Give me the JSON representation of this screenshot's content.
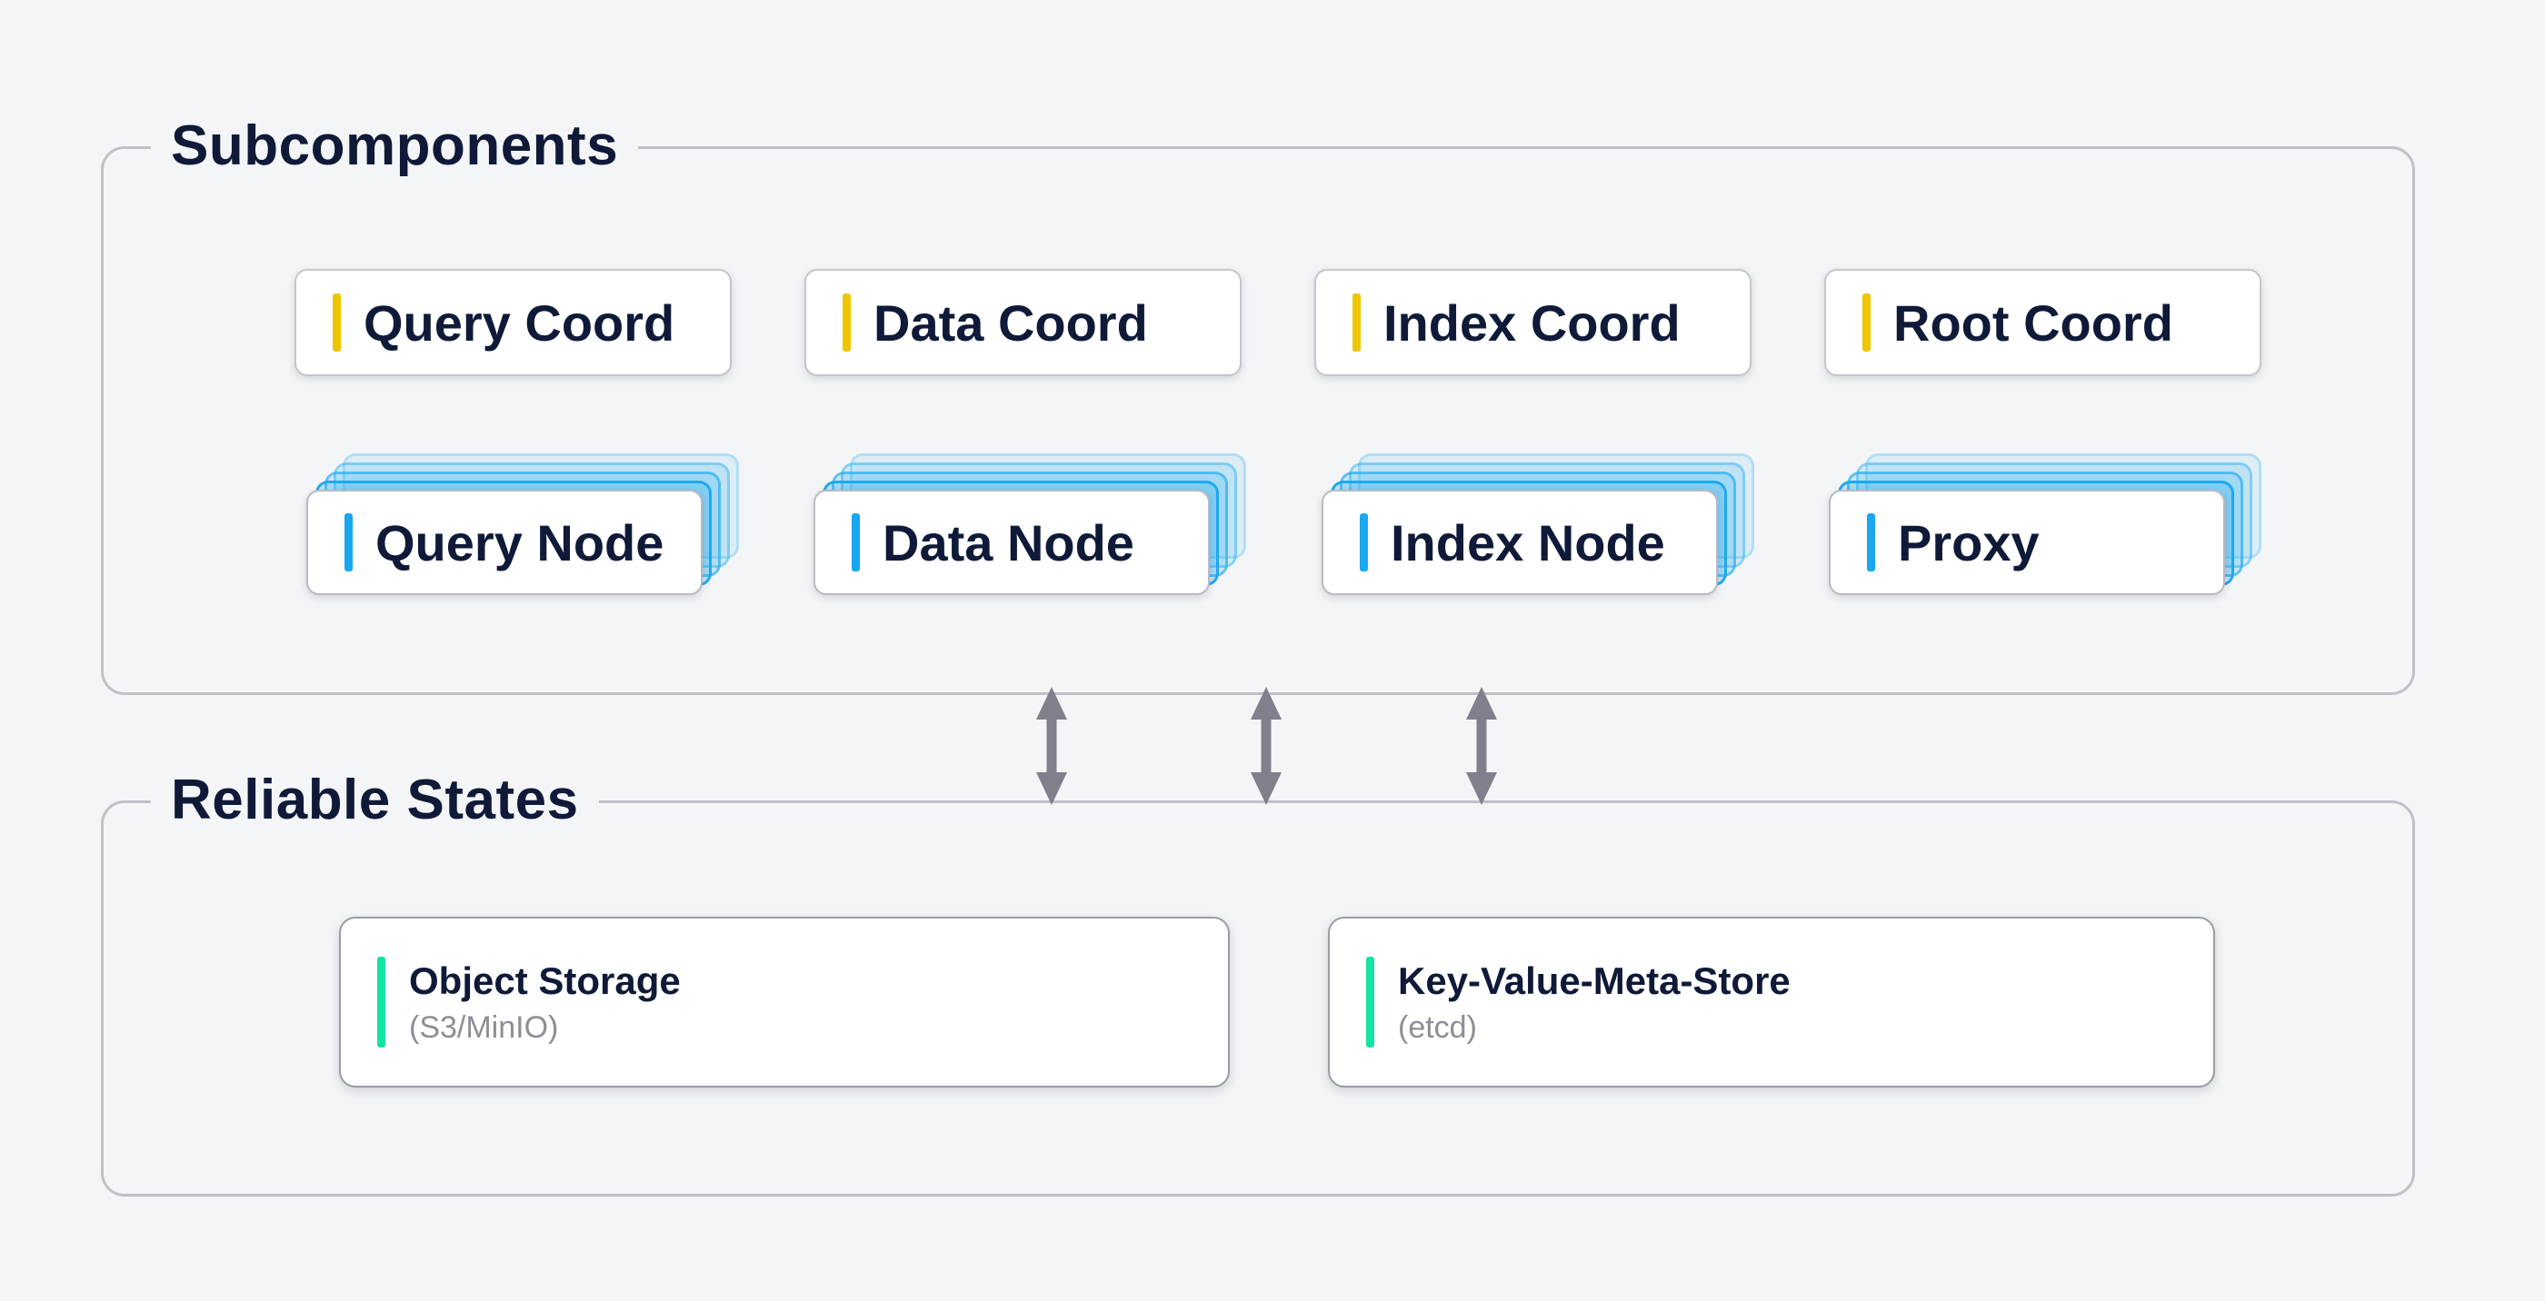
{
  "subcomponents": {
    "title": "Subcomponents",
    "coordinators": [
      {
        "label": "Query Coord"
      },
      {
        "label": "Data Coord"
      },
      {
        "label": "Index Coord"
      },
      {
        "label": "Root Coord"
      }
    ],
    "workers": [
      {
        "label": "Query Node"
      },
      {
        "label": "Data Node"
      },
      {
        "label": "Index Node"
      },
      {
        "label": "Proxy"
      }
    ]
  },
  "reliable_states": {
    "title": "Reliable States",
    "stores": [
      {
        "label": "Object Storage",
        "sublabel": "(S3/MinIO)"
      },
      {
        "label": "Key-Value-Meta-Store",
        "sublabel": "(etcd)"
      }
    ]
  },
  "connections": {
    "arrow_type": "bidirectional",
    "arrow_count": 3
  },
  "colors": {
    "background": "#f4f5f7",
    "coordinator_accent": "#f1c400",
    "worker_accent": "#18a7f0",
    "store_accent": "#13e3a3",
    "heading_text": "#0f1a38",
    "muted_text": "#8d8e96",
    "arrow": "#7f808c"
  }
}
